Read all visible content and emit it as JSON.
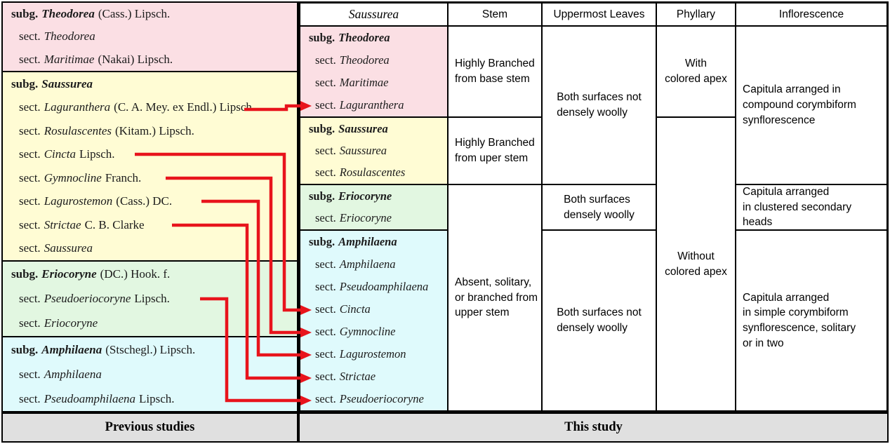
{
  "colors": {
    "pink": "#fbdfe4",
    "yellow": "#fffcd4",
    "green": "#e2f7e1",
    "cyan": "#dffafc",
    "gray_bar": "#e0e0e0",
    "arrow_red": "#e8141c"
  },
  "previous_studies": {
    "label": "Previous studies",
    "groups": [
      {
        "id": "theodorea",
        "rows": [
          {
            "prefix": "subg.",
            "name": "Theodorea",
            "authority": "(Cass.) Lipsch."
          },
          {
            "prefix": "sect.",
            "name": "Theodorea",
            "authority": ""
          },
          {
            "prefix": "sect.",
            "name": "Maritimae",
            "authority": "(Nakai) Lipsch."
          }
        ]
      },
      {
        "id": "saussurea",
        "rows": [
          {
            "prefix": "subg.",
            "name": "Saussurea",
            "authority": ""
          },
          {
            "prefix": "sect.",
            "name": "Laguranthera",
            "authority": "(C. A. Mey. ex Endl.) Lipsch"
          },
          {
            "prefix": "sect.",
            "name": "Rosulascentes",
            "authority": "(Kitam.) Lipsch."
          },
          {
            "prefix": "sect.",
            "name": "Cincta",
            "authority": "Lipsch."
          },
          {
            "prefix": "sect.",
            "name": "Gymnocline",
            "authority": "Franch."
          },
          {
            "prefix": "sect.",
            "name": "Lagurostemon",
            "authority": "(Cass.) DC."
          },
          {
            "prefix": "sect.",
            "name": "Strictae",
            "authority": "C. B. Clarke"
          },
          {
            "prefix": "sect.",
            "name": "Saussurea",
            "authority": ""
          }
        ]
      },
      {
        "id": "eriocoryne",
        "rows": [
          {
            "prefix": "subg.",
            "name": "Eriocoryne",
            "authority": "(DC.) Hook. f."
          },
          {
            "prefix": "sect.",
            "name": "Pseudoeriocoryne",
            "authority": "Lipsch."
          },
          {
            "prefix": "sect.",
            "name": "Eriocoryne",
            "authority": ""
          }
        ]
      },
      {
        "id": "amphilaena",
        "rows": [
          {
            "prefix": "subg.",
            "name": "Amphilaena",
            "authority": "(Stschegl.) Lipsch."
          },
          {
            "prefix": "sect.",
            "name": "Amphilaena",
            "authority": ""
          },
          {
            "prefix": "sect.",
            "name": "Pseudoamphilaena",
            "authority": "Lipsch."
          }
        ]
      }
    ]
  },
  "this_study": {
    "label": "This study",
    "header": {
      "genus": "Saussurea",
      "stem": "Stem",
      "uppermost_leaves": "Uppermost Leaves",
      "phyllary": "Phyllary",
      "inflorescence": "Inflorescence"
    },
    "groups": [
      {
        "id": "theodorea",
        "rows": [
          {
            "prefix": "subg.",
            "name": "Theodorea"
          },
          {
            "prefix": "sect.",
            "name": "Theodorea"
          },
          {
            "prefix": "sect.",
            "name": "Maritimae"
          },
          {
            "prefix": "sect.",
            "name": "Laguranthera"
          }
        ]
      },
      {
        "id": "saussurea",
        "rows": [
          {
            "prefix": "subg.",
            "name": "Saussurea"
          },
          {
            "prefix": "sect.",
            "name": "Saussurea"
          },
          {
            "prefix": "sect.",
            "name": "Rosulascentes"
          }
        ]
      },
      {
        "id": "eriocoryne",
        "rows": [
          {
            "prefix": "subg.",
            "name": "Eriocoryne"
          },
          {
            "prefix": "sect.",
            "name": "Eriocoryne"
          }
        ]
      },
      {
        "id": "amphilaena",
        "rows": [
          {
            "prefix": "subg.",
            "name": "Amphilaena"
          },
          {
            "prefix": "sect.",
            "name": "Amphilaena"
          },
          {
            "prefix": "sect.",
            "name": "Pseudoamphilaena"
          },
          {
            "prefix": "sect.",
            "name": "Cincta"
          },
          {
            "prefix": "sect.",
            "name": "Gymnocline"
          },
          {
            "prefix": "sect.",
            "name": "Lagurostemon"
          },
          {
            "prefix": "sect.",
            "name": "Strictae"
          },
          {
            "prefix": "sect.",
            "name": "Pseudoeriocoryne"
          }
        ]
      }
    ],
    "cells": {
      "stem": [
        "Highly Branched\nfrom base stem",
        "Highly Branched\nfrom uper stem",
        "Absent, solitary,\nor branched from\nupper stem"
      ],
      "uppermost_leaves": [
        "Both surfaces not\ndensely woolly",
        "Both surfaces\ndensely woolly",
        "Both surfaces not\ndensely woolly"
      ],
      "phyllary": [
        "With\ncolored apex",
        "Without\ncolored apex"
      ],
      "inflorescence": [
        "Capitula arranged in\ncompound corymbiform\nsynflorescence",
        "Capitula arranged\nin clustered secondary heads",
        "Capitula arranged\nin simple corymbiform\nsynflorescence, solitary\nor  in two"
      ]
    }
  },
  "arrows": [
    {
      "section": "sect. Laguranthera",
      "to_group": "subg. Theodorea"
    },
    {
      "section": "sect. Cincta",
      "to_group": "subg. Amphilaena"
    },
    {
      "section": "sect. Gymnocline",
      "to_group": "subg. Amphilaena"
    },
    {
      "section": "sect. Lagurostemon",
      "to_group": "subg. Amphilaena"
    },
    {
      "section": "sect. Strictae",
      "to_group": "subg. Amphilaena"
    },
    {
      "section": "sect. Pseudoeriocoryne",
      "to_group": "subg. Amphilaena"
    }
  ]
}
